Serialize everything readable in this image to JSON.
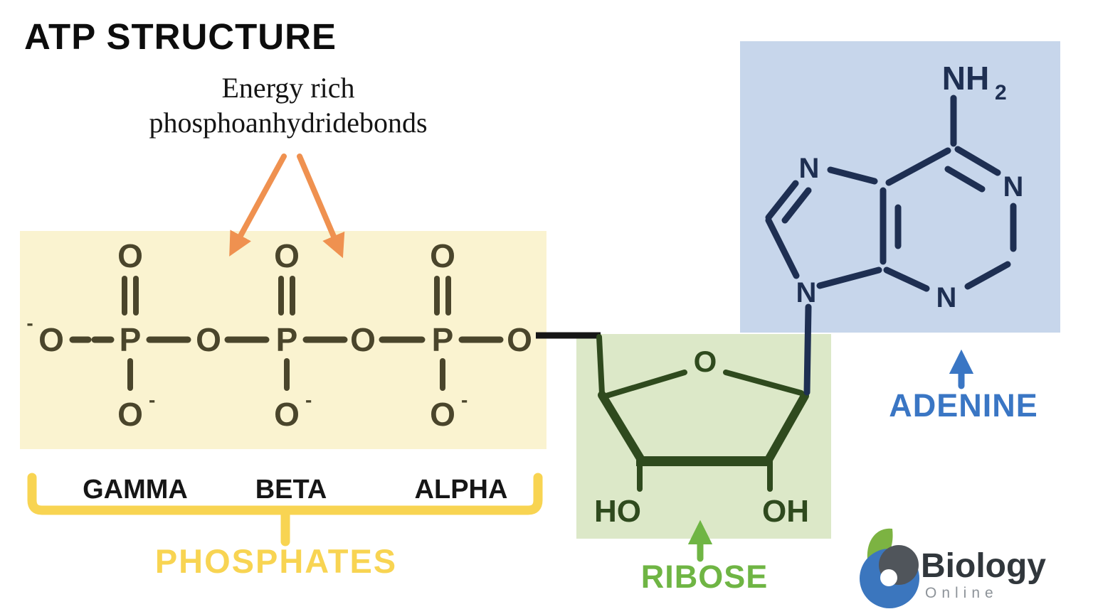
{
  "title": "ATP STRUCTURE",
  "annotation": {
    "line1": "Energy rich",
    "line2": "phosphoanhydridebonds"
  },
  "atoms": {
    "O": "O",
    "P": "P",
    "N": "N",
    "NH": "NH",
    "sub2": "2",
    "minus": "-",
    "HO": "HO",
    "OH": "OH"
  },
  "phosphates": {
    "group_labels": [
      "GAMMA",
      "BETA",
      "ALPHA"
    ],
    "bracket_label": "PHOSPHATES"
  },
  "ribose": {
    "label": "RIBOSE"
  },
  "adenine": {
    "label": "ADENINE"
  },
  "logo": {
    "brand": "Biology",
    "subtitle": "Online"
  },
  "colors": {
    "phosphate_box_bg": "#FAF3D0",
    "phosphate_ink": "#4A452B",
    "ribose_box_bg": "#DCE8C8",
    "ribose_ink": "#2F4A1E",
    "adenine_box_bg": "#C7D6EB",
    "adenine_ink": "#1E2F52",
    "annotation_arrow_orange": "#EF9150",
    "bracket_yellow": "#F8D452",
    "ribose_label_green": "#6FB544",
    "adenine_label_blue": "#3A76C4",
    "logo_text": "#31373C",
    "logo_subtext": "#8D9399",
    "logo_blue": "#3B76BE",
    "logo_green": "#7CB342",
    "logo_gray": "#50555B"
  }
}
